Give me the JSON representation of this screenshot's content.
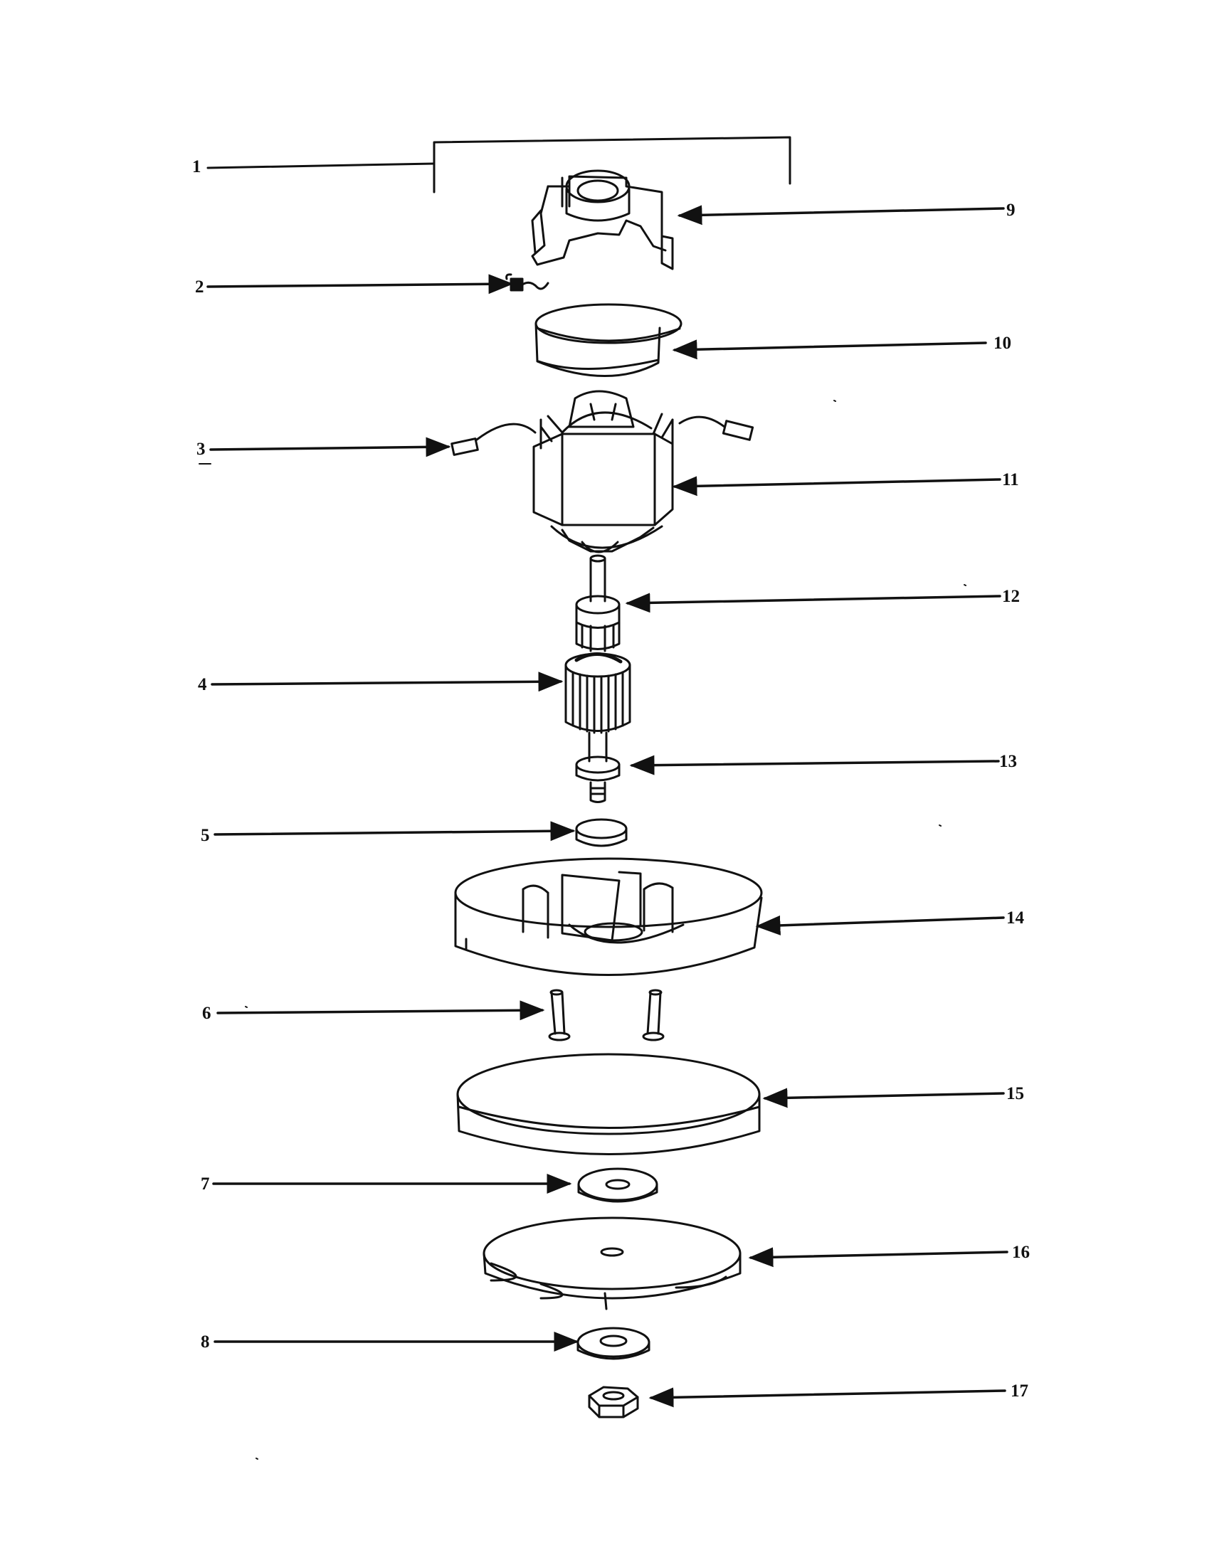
{
  "callouts": {
    "c1": "1",
    "c2": "2",
    "c3": "3",
    "c4": "4",
    "c5": "5",
    "c6": "6",
    "c7": "7",
    "c8": "8",
    "c9": "9",
    "c10": "10",
    "c11": "11",
    "c12": "12",
    "c13": "13",
    "c14": "14",
    "c15": "15",
    "c16": "16",
    "c17": "17"
  },
  "colors": {
    "ink": "#111111",
    "paper": "#ffffff"
  }
}
